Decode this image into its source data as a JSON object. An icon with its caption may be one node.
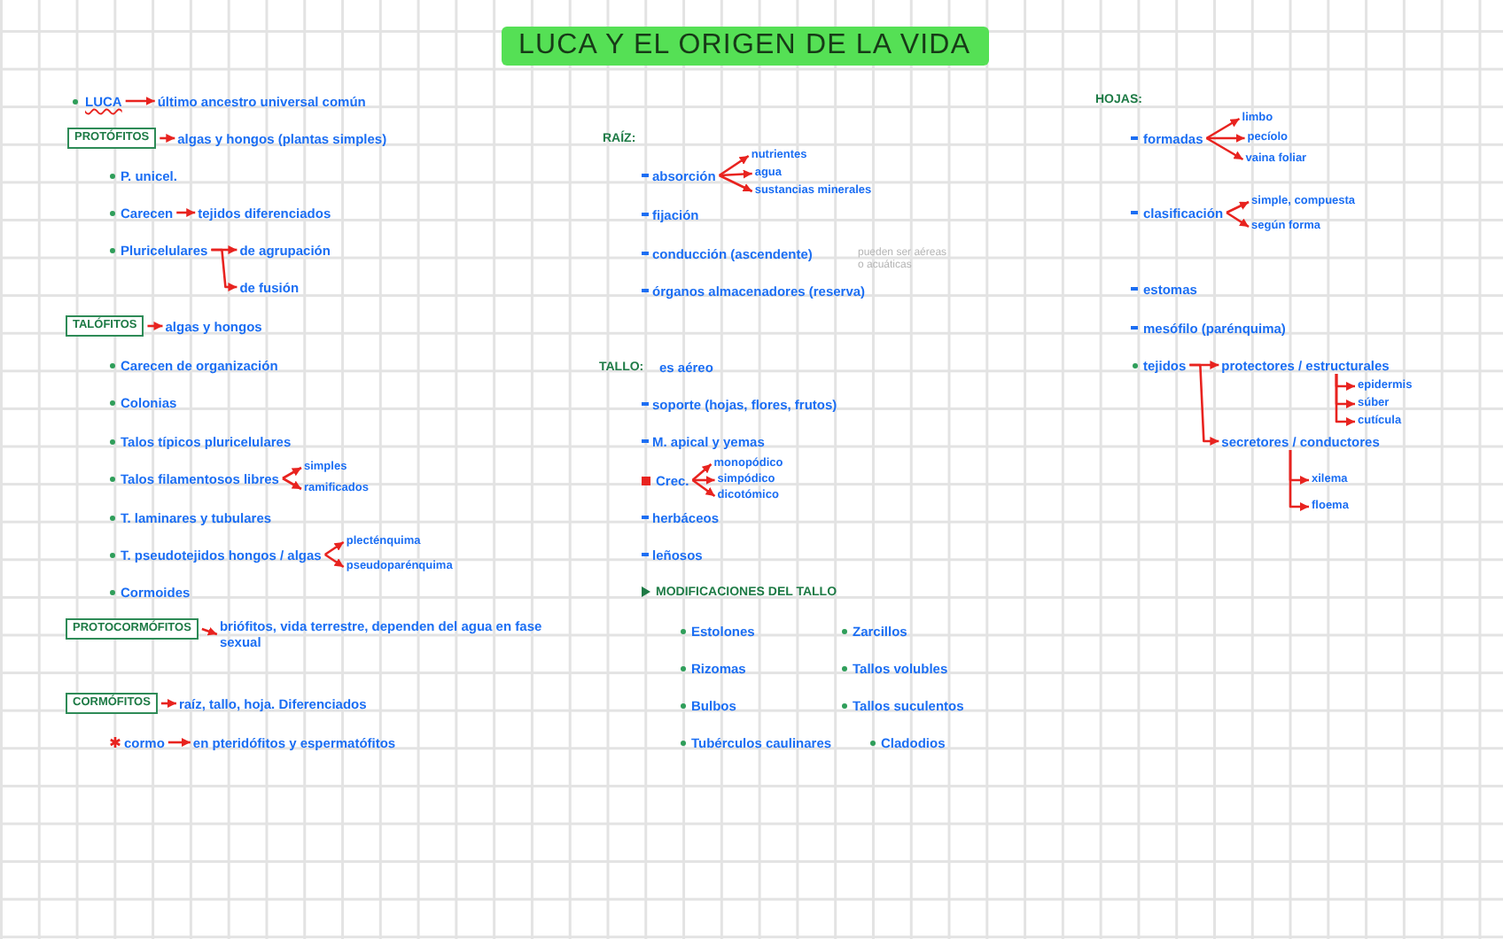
{
  "diagram": {
    "title": "LUCA Y EL ORIGEN DE LA VIDA",
    "nodes": [
      {
        "text": [
          "LUCA"
        ]
      },
      {
        "text": [
          "último ancestro universal común"
        ]
      },
      {
        "text": [
          "PROTÓFITOS"
        ]
      },
      {
        "text": [
          "algas y hongos (plantas simples)"
        ]
      },
      {
        "text": [
          "Carecen"
        ]
      },
      {
        "text": [
          "tejidos diferenciados"
        ]
      },
      {
        "text": [
          "Pluricelulares"
        ]
      },
      {
        "text": [
          "de agrupación"
        ]
      },
      {
        "text": [
          "de fusión"
        ]
      },
      {
        "text": [
          "TALÓFITOS"
        ]
      },
      {
        "text": [
          "algas y hongos"
        ]
      },
      {
        "text": [
          "Talos filamentosos libres"
        ]
      },
      {
        "text": [
          "simples"
        ]
      },
      {
        "text": [
          "ramificados"
        ]
      },
      {
        "text": [
          "T. pseudotejidos hongos / algas"
        ]
      },
      {
        "text": [
          "plecténquima"
        ]
      },
      {
        "text": [
          "pseudoparénquima"
        ]
      },
      {
        "text": [
          "PROTOCORMÓFITOS"
        ]
      },
      {
        "text": [
          "briófitos, vida terrestre, dependen del agua en fase sexual"
        ]
      },
      {
        "text": [
          "CORMÓFITOS"
        ]
      },
      {
        "text": [
          "raíz, tallo, hoja. Diferenciados"
        ]
      },
      {
        "text": [
          "cormo"
        ]
      },
      {
        "text": [
          "en pteridófitos y espermatófitos"
        ]
      },
      {
        "text": [
          "absorción"
        ]
      },
      {
        "text": [
          "nutrientes"
        ]
      },
      {
        "text": [
          "agua"
        ]
      },
      {
        "text": [
          "sustancias minerales"
        ]
      },
      {
        "text": [
          "Crec."
        ]
      },
      {
        "text": [
          "monopódico"
        ]
      },
      {
        "text": [
          "simpódico"
        ]
      },
      {
        "text": [
          "dicotómico"
        ]
      },
      {
        "text": [
          "formadas"
        ]
      },
      {
        "text": [
          "limbo"
        ]
      },
      {
        "text": [
          "pecíolo"
        ]
      },
      {
        "text": [
          "vaina foliar"
        ]
      },
      {
        "text": [
          "clasificación"
        ]
      },
      {
        "text": [
          "simple, compuesta"
        ]
      },
      {
        "text": [
          "según forma"
        ]
      },
      {
        "text": [
          "tejidos"
        ]
      },
      {
        "text": [
          "protectores / estructurales"
        ]
      },
      {
        "text": [
          "epidermis"
        ]
      },
      {
        "text": [
          "súber"
        ]
      },
      {
        "text": [
          "cutícula"
        ]
      },
      {
        "text": [
          "secretores / conductores"
        ]
      },
      {
        "text": [
          "xilema"
        ]
      },
      {
        "text": [
          "floema"
        ]
      }
    ],
    "edges": [
      {
        "from": 0,
        "to": 1,
        "arrow": "to"
      },
      {
        "from": 2,
        "to": 3,
        "arrow": "to"
      },
      {
        "from": 4,
        "to": 5,
        "arrow": "to"
      },
      {
        "from": 6,
        "to": 7,
        "arrow": "to"
      },
      {
        "from": 6,
        "to": 8,
        "arrow": "to"
      },
      {
        "from": 9,
        "to": 10,
        "arrow": "to"
      },
      {
        "from": 11,
        "to": 12,
        "arrow": "to"
      },
      {
        "from": 11,
        "to": 13,
        "arrow": "to"
      },
      {
        "from": 14,
        "to": 15,
        "arrow": "to"
      },
      {
        "from": 14,
        "to": 16,
        "arrow": "to"
      },
      {
        "from": 17,
        "to": 18,
        "arrow": "to"
      },
      {
        "from": 19,
        "to": 20,
        "arrow": "to"
      },
      {
        "from": 21,
        "to": 22,
        "arrow": "to"
      },
      {
        "from": 23,
        "to": 24,
        "arrow": "to"
      },
      {
        "from": 23,
        "to": 25,
        "arrow": "to"
      },
      {
        "from": 23,
        "to": 26,
        "arrow": "to"
      },
      {
        "from": 27,
        "to": 28,
        "arrow": "to"
      },
      {
        "from": 27,
        "to": 29,
        "arrow": "to"
      },
      {
        "from": 27,
        "to": 30,
        "arrow": "to"
      },
      {
        "from": 31,
        "to": 32,
        "arrow": "to"
      },
      {
        "from": 31,
        "to": 33,
        "arrow": "to"
      },
      {
        "from": 31,
        "to": 34,
        "arrow": "to"
      },
      {
        "from": 35,
        "to": 36,
        "arrow": "to"
      },
      {
        "from": 35,
        "to": 37,
        "arrow": "to"
      },
      {
        "from": 38,
        "to": 39,
        "arrow": "to"
      },
      {
        "from": 38,
        "to": 43,
        "arrow": "to"
      },
      {
        "from": 39,
        "to": 40,
        "arrow": "to"
      },
      {
        "from": 39,
        "to": 41,
        "arrow": "to"
      },
      {
        "from": 39,
        "to": 42,
        "arrow": "to"
      },
      {
        "from": 43,
        "to": 44,
        "arrow": "to"
      },
      {
        "from": 43,
        "to": 45,
        "arrow": "to"
      }
    ],
    "labels": [
      "P. unicel.",
      "Carecen de organización",
      "Colonias",
      "Talos típicos pluricelulares",
      "T. laminares y tubulares",
      "Cormoides",
      "RAÍZ:",
      "fijación",
      "conducción (ascendente)",
      "pueden ser aéreas o acuáticas",
      "órganos almacenadores (reserva)",
      "TALLO:",
      "es aéreo",
      "soporte (hojas, flores, frutos)",
      "M. apical y yemas",
      "herbáceos",
      "leñosos",
      "MODIFICACIONES DEL TALLO",
      "Estolones",
      "Zarcillos",
      "Rizomas",
      "Tallos volubles",
      "Bulbos",
      "Tallos suculentos",
      "Tubérculos caulinares",
      "Cladodios",
      "HOJAS:",
      "estomas",
      "mesófilo (parénquima)"
    ]
  }
}
